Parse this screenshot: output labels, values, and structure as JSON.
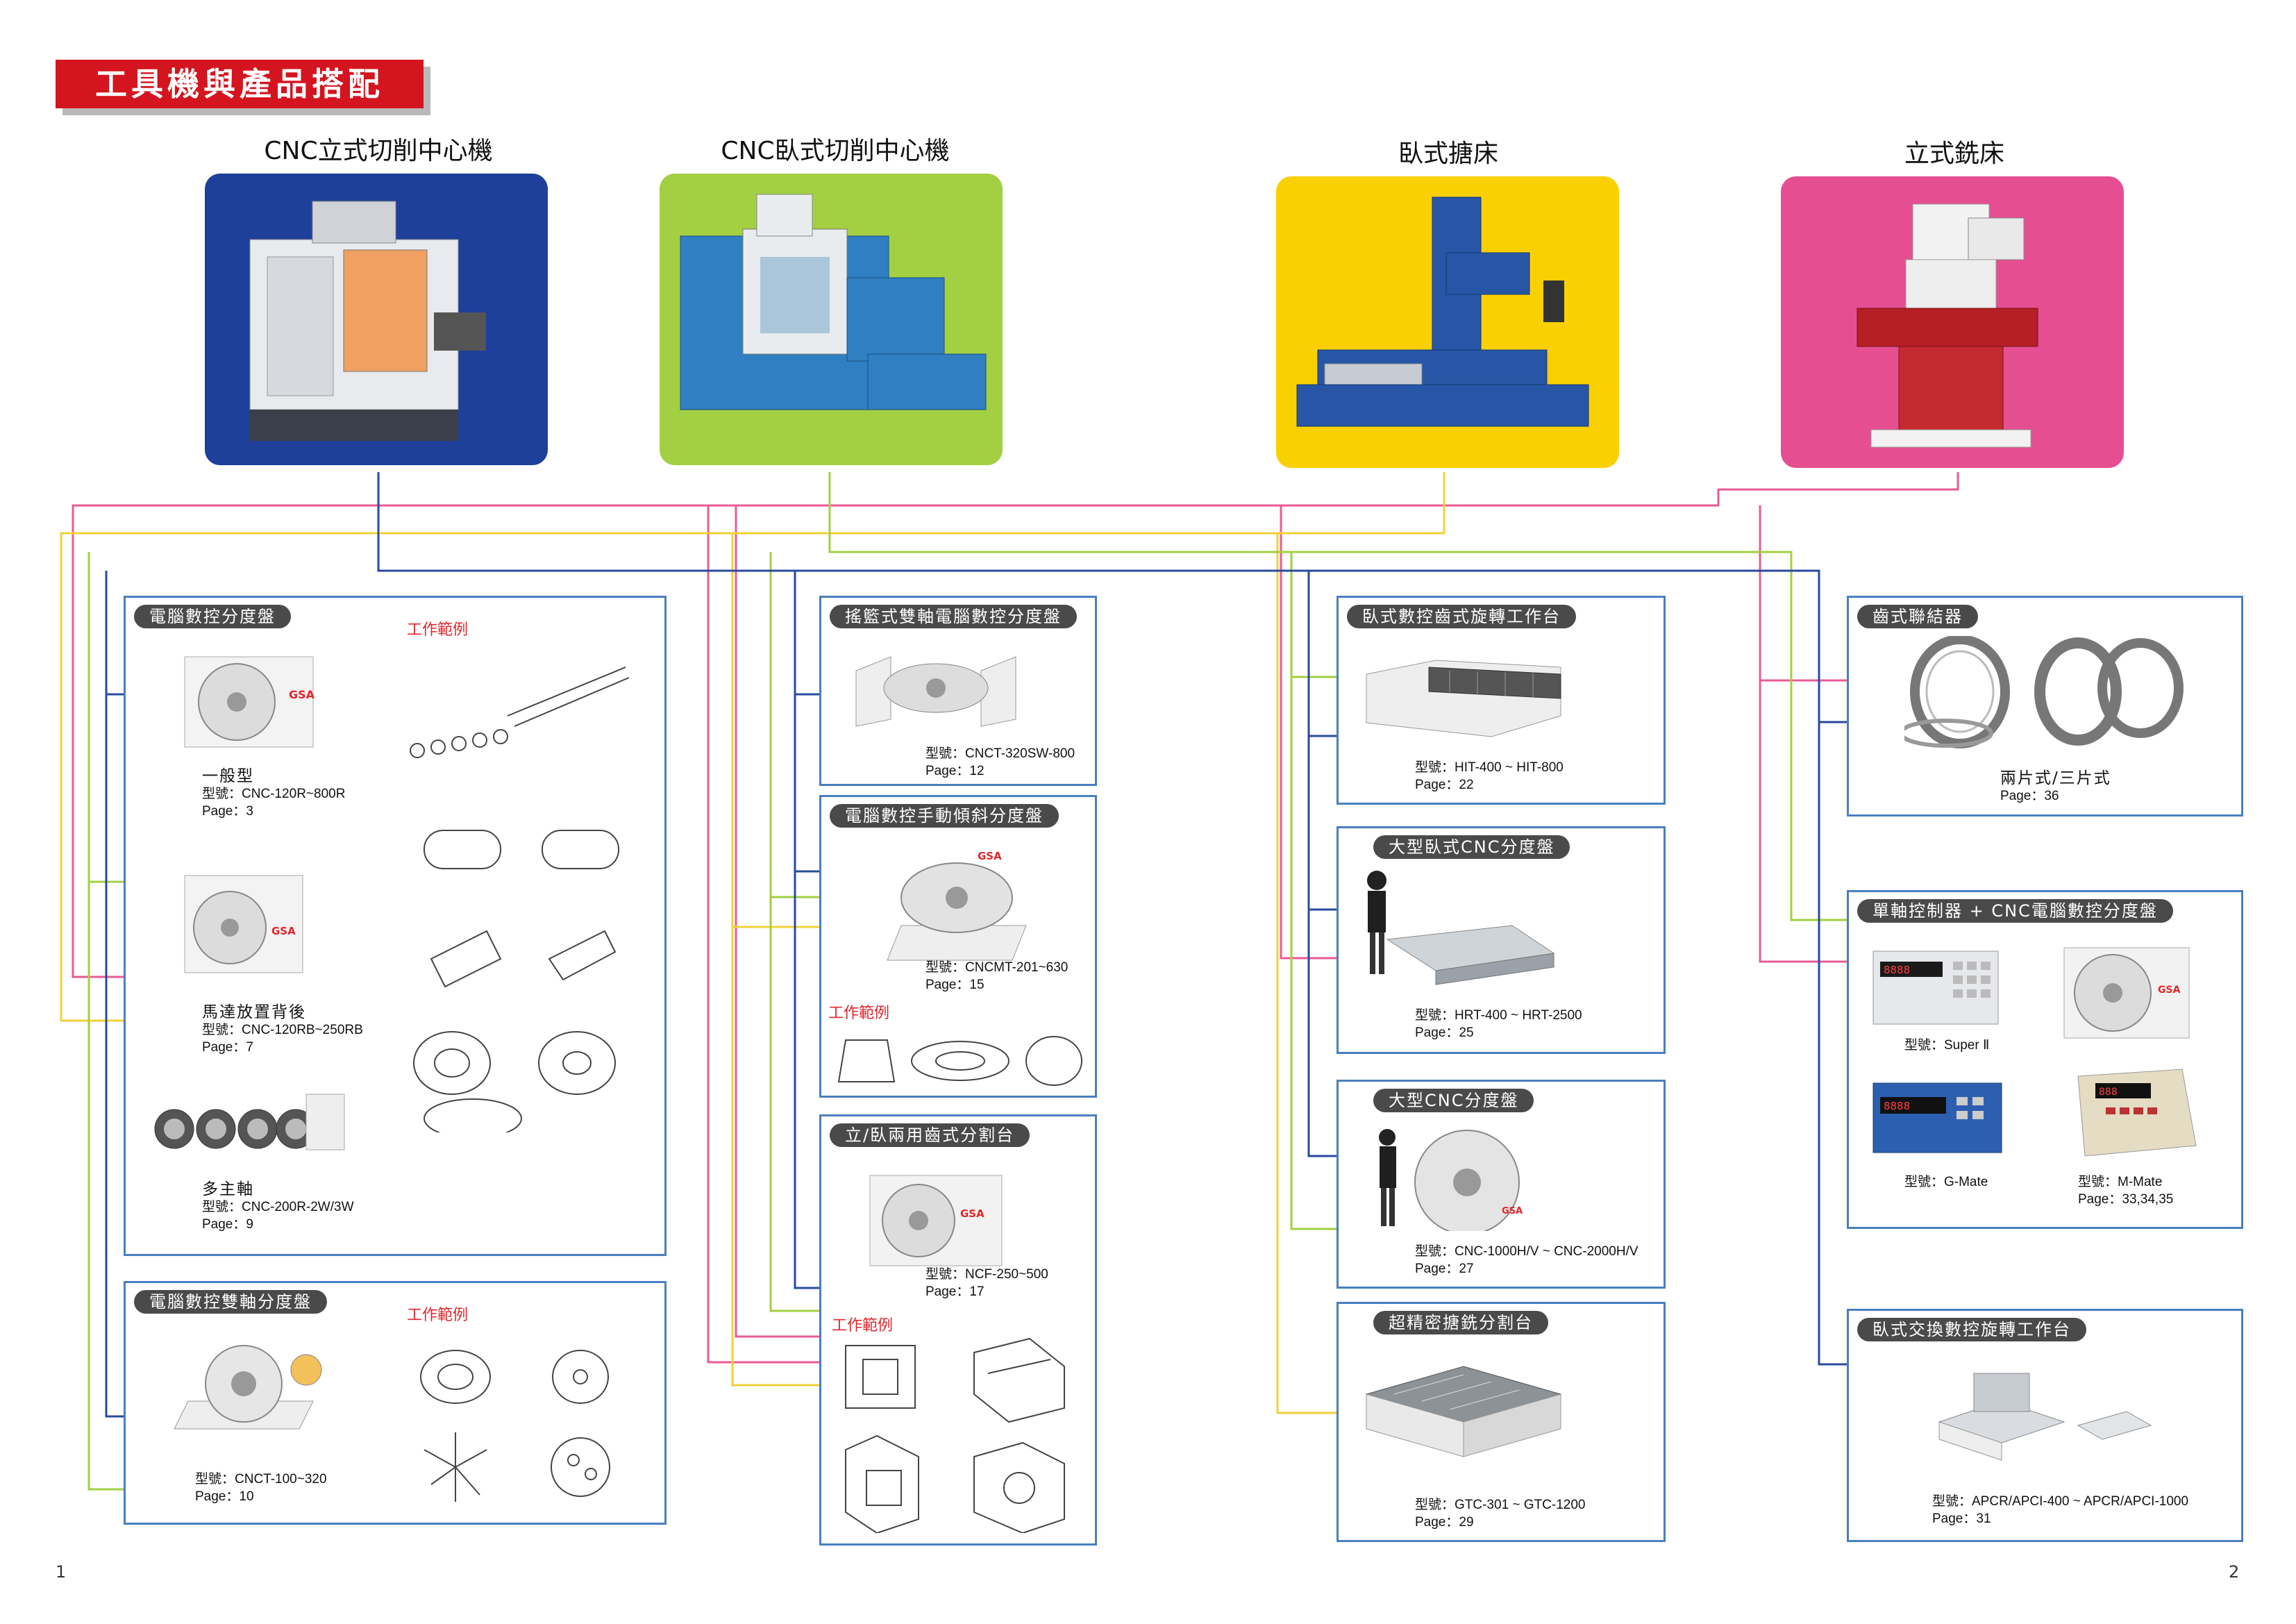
{
  "header": {
    "title": "工具機與產品搭配"
  },
  "machines": [
    {
      "title": "CNC立式切削中心機",
      "bg": "#1e3f9a"
    },
    {
      "title": "CNC臥式切削中心機",
      "bg": "#a3cf43"
    },
    {
      "title": "臥式搪床",
      "bg": "#fbd000"
    },
    {
      "title": "立式銑床",
      "bg": "#e54f91"
    }
  ],
  "colors": {
    "line_blue": "#2a4a9e",
    "line_green": "#a3cf43",
    "line_yellow": "#f2d13a",
    "line_pink": "#ea5b96",
    "panel_border": "#4a7fc0",
    "banner": "#d4141f",
    "example_red": "#e2262c"
  },
  "panels": {
    "p1": {
      "title": "電腦數控分度盤",
      "examples": "工作範例",
      "items": [
        {
          "name": "一般型",
          "model": "型號：CNC-120R~800R",
          "page": "Page：3"
        },
        {
          "name": "馬達放置背後",
          "model": "型號：CNC-120RB~250RB",
          "page": "Page：7"
        },
        {
          "name": "多主軸",
          "model": "型號：CNC-200R-2W/3W",
          "page": "Page：9"
        }
      ]
    },
    "p2": {
      "title": "電腦數控雙軸分度盤",
      "examples": "工作範例",
      "model": "型號：CNCT-100~320",
      "page": "Page：10"
    },
    "p3": {
      "title": "搖籃式雙軸電腦數控分度盤",
      "model": "型號：CNCT-320SW-800",
      "page": "Page：12"
    },
    "p4": {
      "title": "電腦數控手動傾斜分度盤",
      "model": "型號：CNCMT-201~630",
      "page": "Page：15",
      "examples": "工作範例"
    },
    "p5": {
      "title": "立/臥兩用齒式分割台",
      "model": "型號：NCF-250~500",
      "page": "Page：17",
      "examples": "工作範例"
    },
    "p6": {
      "title": "臥式數控齒式旋轉工作台",
      "model": "型號：HIT-400 ~ HIT-800",
      "page": "Page：22"
    },
    "p7": {
      "title": "大型臥式CNC分度盤",
      "model": "型號：HRT-400 ~ HRT-2500",
      "page": "Page：25"
    },
    "p8": {
      "title": "大型CNC分度盤",
      "model": "型號：CNC-1000H/V ~ CNC-2000H/V",
      "page": "Page：27"
    },
    "p9": {
      "title": "超精密搪銑分割台",
      "model": "型號：GTC-301 ~ GTC-1200",
      "page": "Page：29"
    },
    "p10": {
      "title": "齒式聯結器",
      "name": "兩片式/三片式",
      "page": "Page：36"
    },
    "p11": {
      "title": "單軸控制器 + CNC電腦數控分度盤",
      "items": [
        {
          "model": "型號：Super Ⅱ"
        },
        {
          "model": "型號：G-Mate"
        },
        {
          "model": "型號：M-Mate",
          "page": "Page：33,34,35"
        }
      ]
    },
    "p12": {
      "title": "臥式交換數控旋轉工作台",
      "model": "型號：APCR/APCI-400 ~ APCR/APCI-1000",
      "page": "Page：31"
    }
  },
  "footer": {
    "left_page": "1",
    "right_page": "2"
  }
}
